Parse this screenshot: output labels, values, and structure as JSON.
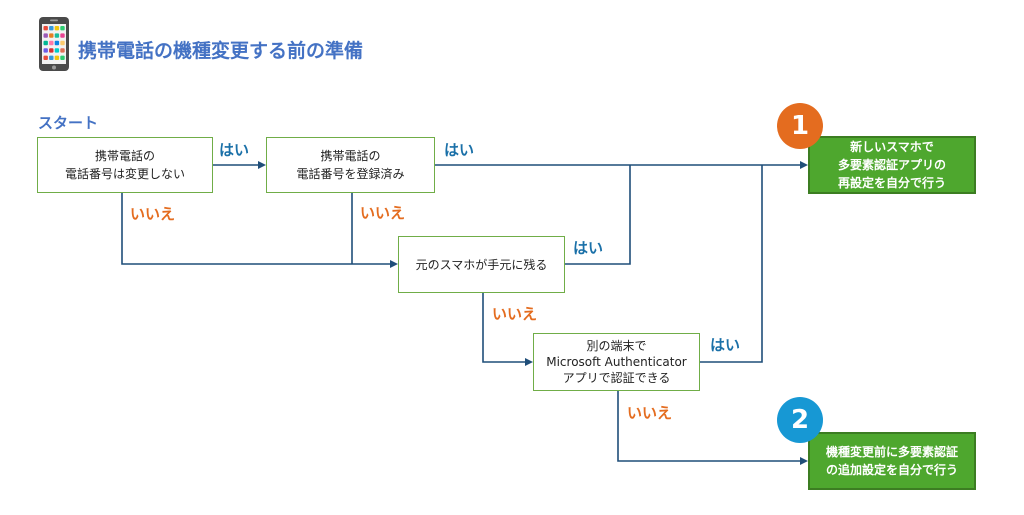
{
  "colors": {
    "title": "#4472c4",
    "start": "#4472c4",
    "yes": "#1a70a8",
    "no": "#e46c1f",
    "line": "#1f4e79",
    "box_border": "#70ad47",
    "result_fill": "#4ea72e",
    "badge_1": "#e46c1f",
    "badge_2": "#1798d4"
  },
  "header": {
    "title": "携帯電話の機種変更する前の準備",
    "icon": "smartphone-icon"
  },
  "flow": {
    "start_label": "スタート",
    "nodes": {
      "q1": {
        "lines": [
          "携帯電話の",
          "電話番号は変更しない"
        ]
      },
      "q2": {
        "lines": [
          "携帯電話の",
          "電話番号を登録済み"
        ]
      },
      "q3": {
        "lines": [
          "元のスマホが手元に残る"
        ]
      },
      "q4": {
        "lines": [
          "別の端末で",
          "Microsoft Authenticator",
          "アプリで認証できる"
        ]
      }
    },
    "results": {
      "r1": {
        "badge": "1",
        "lines": [
          "新しいスマホで",
          "多要素認証アプリの",
          "再設定を自分で行う"
        ]
      },
      "r2": {
        "badge": "2",
        "lines": [
          "機種変更前に多要素認証",
          "の追加設定を自分で行う"
        ]
      }
    },
    "labels": {
      "yes": "はい",
      "no": "いいえ"
    }
  }
}
